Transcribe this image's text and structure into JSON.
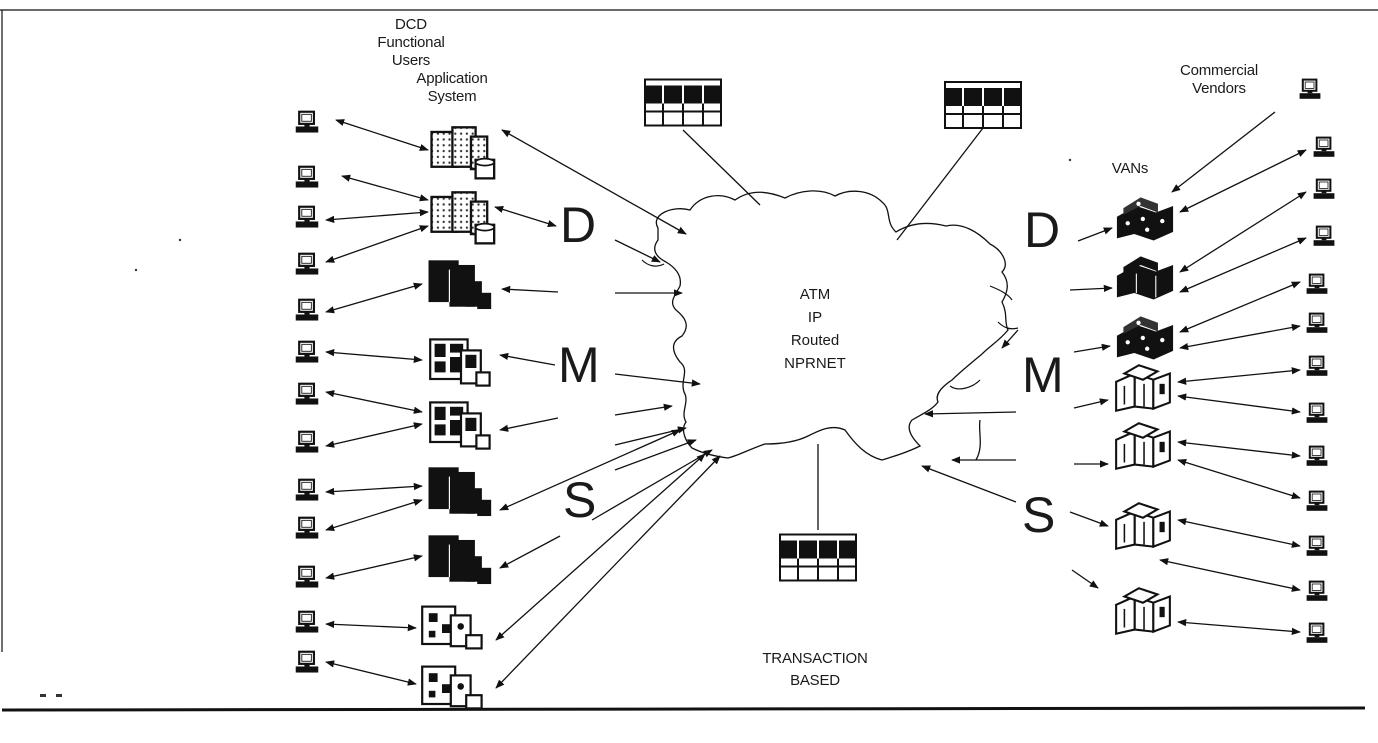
{
  "labels": {
    "dod_users": [
      "DCD",
      "Functional",
      "Users"
    ],
    "app_system": [
      "Application",
      "System"
    ],
    "commercial_vendors": [
      "Commercial",
      "Vendors"
    ],
    "vans": "VANs",
    "cloud": [
      "ATM",
      "IP",
      "Routed",
      "NPRNET"
    ],
    "transaction_based": [
      "TRANSACTION",
      "BASED"
    ]
  },
  "left_letters": [
    "D",
    "M",
    "S"
  ],
  "right_letters": [
    "D",
    "M",
    "S"
  ]
}
